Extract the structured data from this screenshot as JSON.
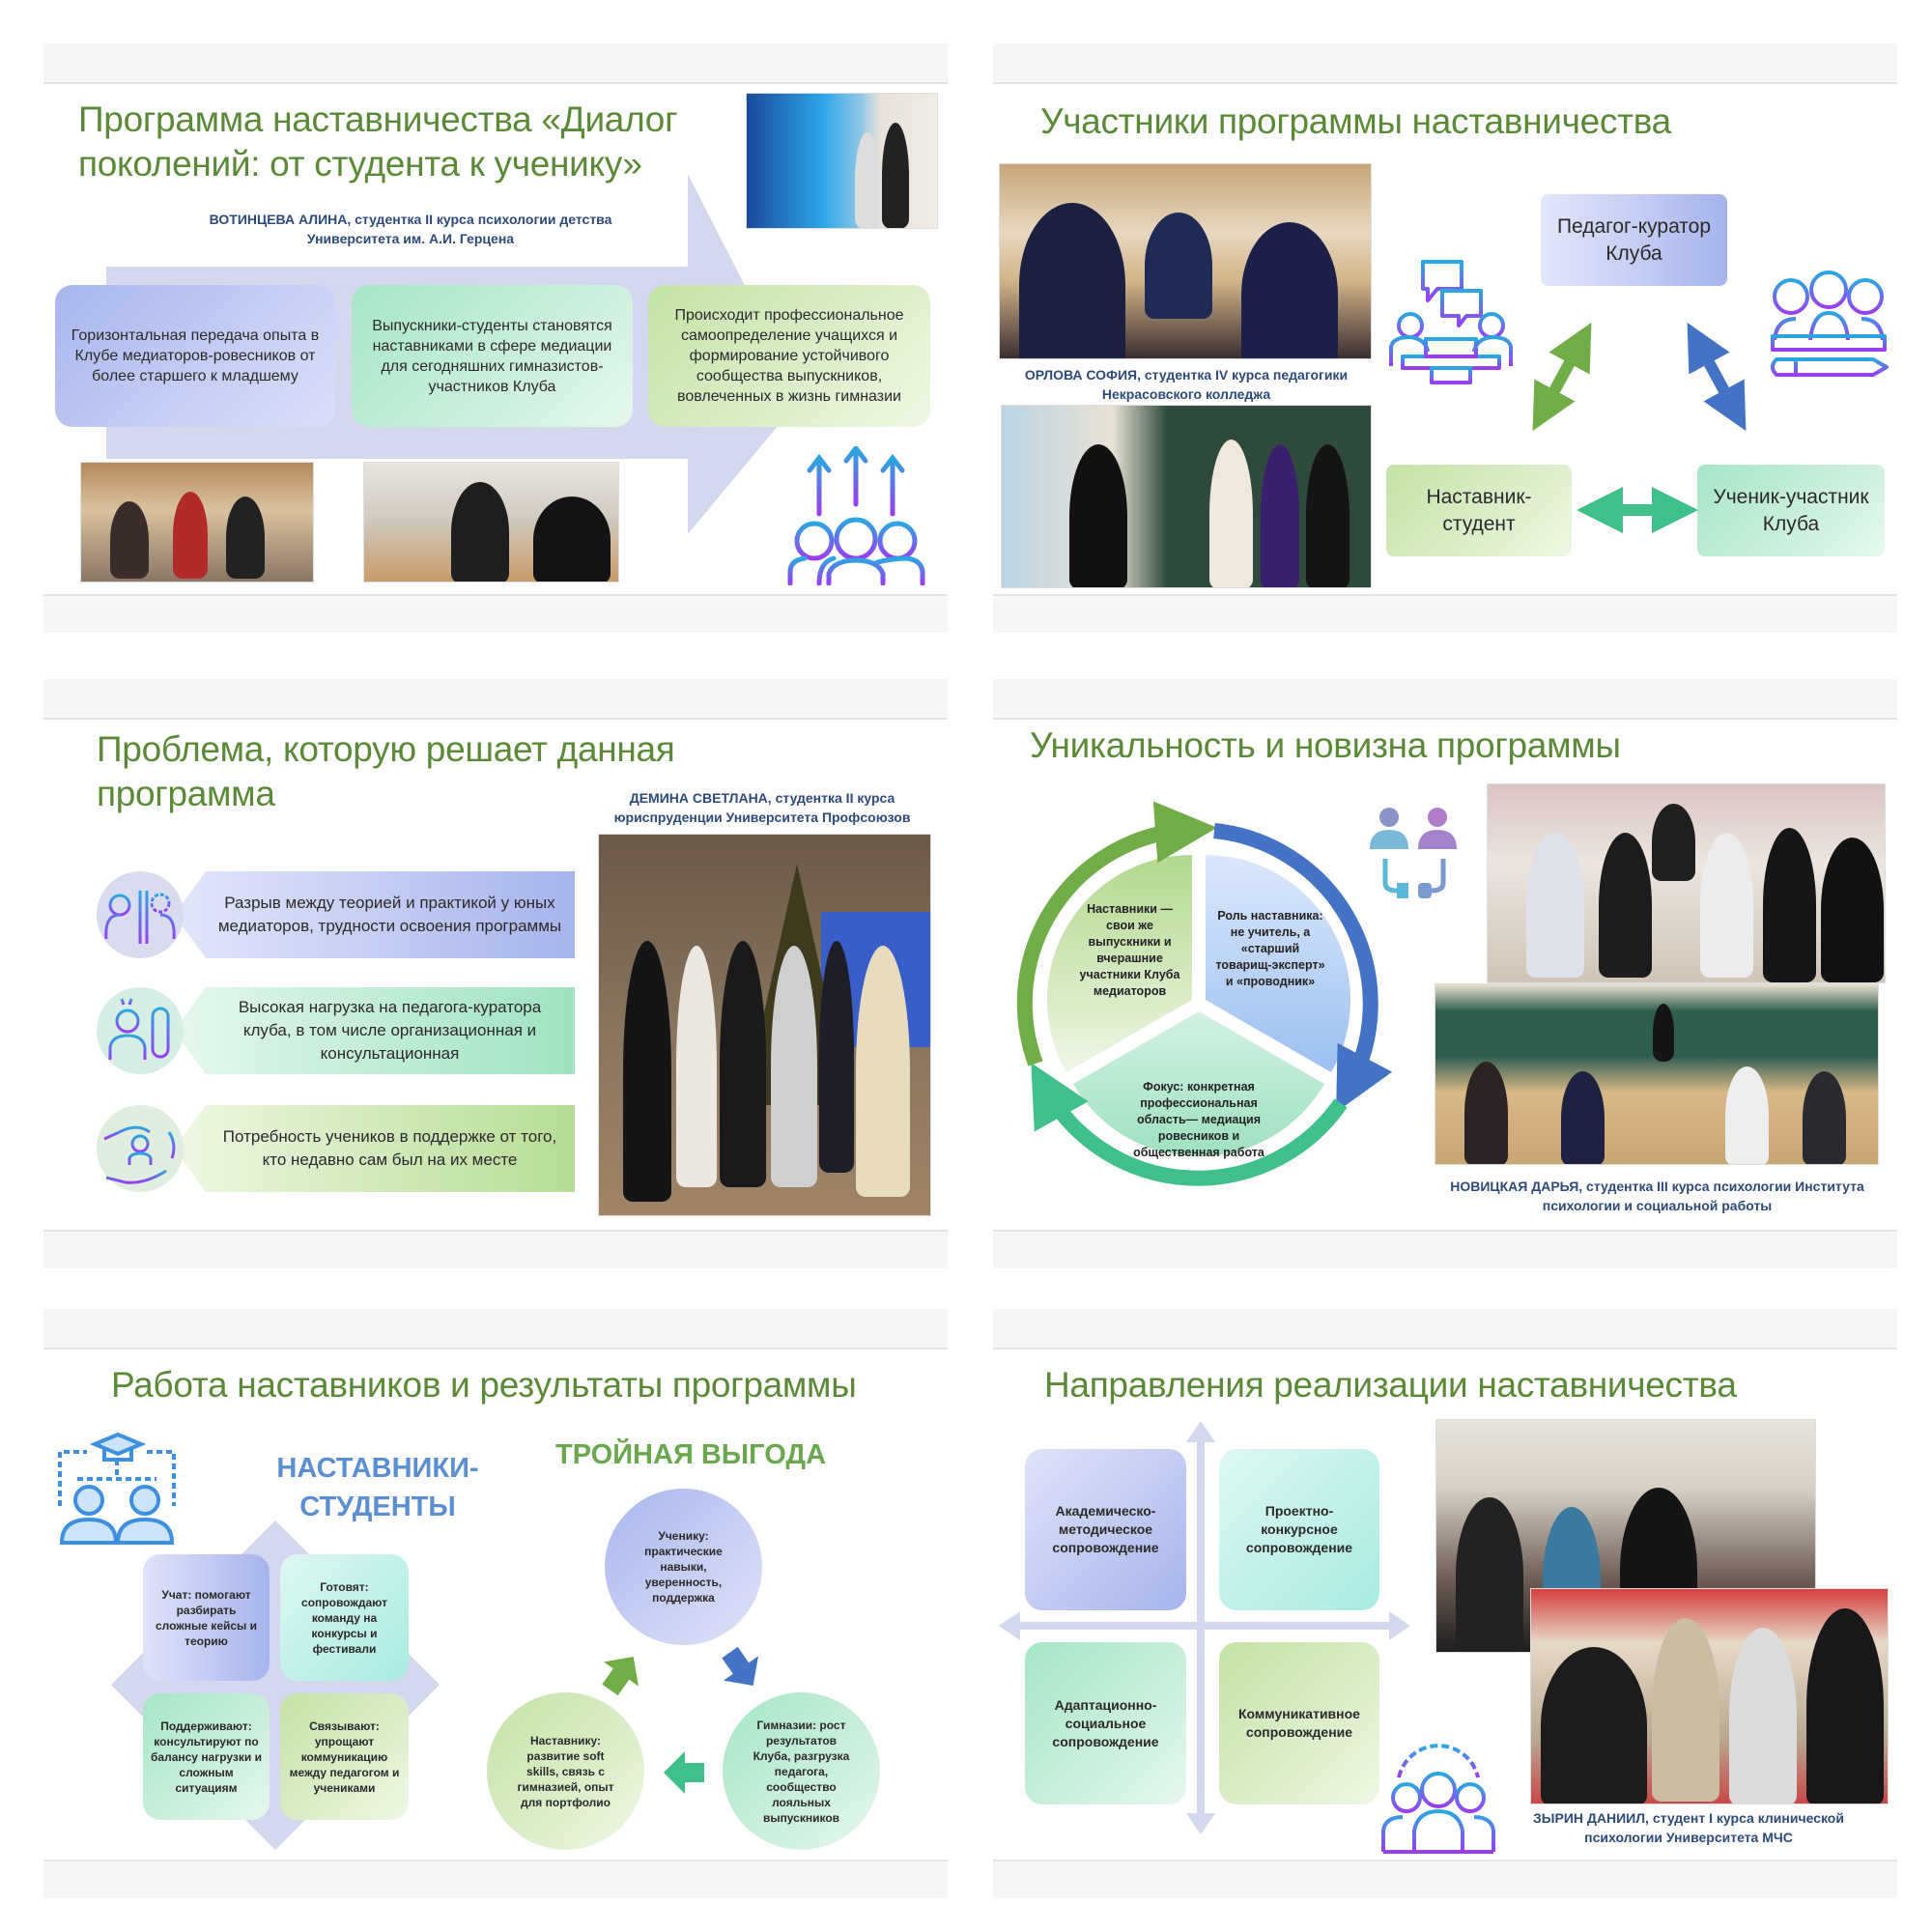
{
  "slides": [
    {
      "title_line1": "Программа наставничества «Диалог",
      "title_line2": "поколений: от студента к ученику»",
      "caption_line1": "ВОТИНЦЕВА АЛИНА, студентка II курса психологии детства",
      "caption_line2": "Университета им. А.И. Герцена",
      "boxes": [
        "Горизонтальная передача опыта в Клубе медиаторов-ровесников от более старшего к младшему",
        "Выпускники-студенты становятся наставниками в сфере медиации для сегодняшних гимназистов-участников Клуба",
        "Происходит профессиональное самоопределение учащихся и формирование устойчивого сообщества выпускников, вовлеченных в жизнь гимназии"
      ]
    },
    {
      "title": "Участники программы наставничества",
      "caption_line1": "ОРЛОВА СОФИЯ, студентка IV курса педагогики",
      "caption_line2": "Некрасовского колледжа",
      "roles": {
        "curator": "Педагог-куратор Клуба",
        "mentor": "Наставник-студент",
        "student": "Ученик-участник Клуба"
      }
    },
    {
      "title_line1": "Проблема, которую решает данная",
      "title_line2": "программа",
      "caption_line1": "ДЕМИНА СВЕТЛАНА, студентка II курса",
      "caption_line2": "юриспруденции Университета Профсоюзов",
      "problems": [
        "Разрыв между теорией и практикой у юных медиаторов, трудности освоения программы",
        "Высокая нагрузка на педагога-куратора клуба, в том числе организационная и консультационная",
        "Потребность учеников в поддержке от того, кто недавно сам был на их месте"
      ]
    },
    {
      "title": "Уникальность и новизна программы",
      "cycle": [
        "Наставники — свои же выпускники и вчерашние участники Клуба медиаторов",
        "Роль наставника: не учитель, а «старший товарищ-эксперт» и «проводник»",
        "Фокус: конкретная профессиональная область— медиация ровесников и общественная работа"
      ],
      "caption_line1": "НОВИЦКАЯ ДАРЬЯ, студентка III курса психологии Института",
      "caption_line2": "психологии и социальной работы"
    },
    {
      "title": "Работа наставников и результаты программы",
      "left_heading_line1": "НАСТАВНИКИ-",
      "left_heading_line2": "СТУДЕНТЫ",
      "right_heading": "ТРОЙНАЯ ВЫГОДА",
      "mentor_tasks": [
        "Учат: помогают разбирать сложные кейсы и теорию",
        "Готовят: сопровождают команду на конкурсы и фестивали",
        "Поддерживают: консультируют по балансу нагрузки и сложным ситуациям",
        "Связывают: упрощают коммуникацию между педагогом и учениками"
      ],
      "benefits": {
        "student": "Ученику: практические навыки, уверенность, поддержка",
        "mentor": "Наставнику: развитие soft skills, связь с гимназией, опыт для портфолио",
        "school": "Гимназии: рост результатов Клуба, разгрузка педагога, сообщество лояльных выпускников"
      }
    },
    {
      "title": "Направления реализации наставничества",
      "directions": [
        "Академическо-методическое сопровождение",
        "Проектно-конкурсное сопровождение",
        "Адаптационно-социальное сопровождение",
        "Коммуникативное сопровождение"
      ],
      "caption_line1": "ЗЫРИН ДАНИИЛ, студент I курса клинической",
      "caption_line2": "психологии Университета МЧС"
    }
  ],
  "colors": {
    "title": "#5a8a38",
    "caption": "#2d4a7a",
    "accent_blue": "#4472c4",
    "accent_green": "#70ad47",
    "accent_teal": "#3fbf8a"
  }
}
